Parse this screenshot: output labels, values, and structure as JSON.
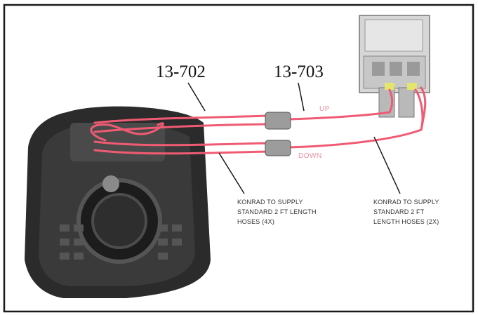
{
  "labels": {
    "part_left": "13-702",
    "part_right": "13-703",
    "flow_up": "UP",
    "flow_down": "DOWN",
    "note_left": [
      "KONRAD TO SUPPLY",
      "STANDARD 2 FT LENGTH",
      "HOSES (4x)"
    ],
    "note_right": [
      "KONRAD TO SUPPLY",
      "STANDARD 2 FT",
      "LENGTH HOSES (2x)"
    ]
  },
  "colors": {
    "hose": "#ef5b73",
    "border": "#1a1a1a",
    "unit": "#2b2b2b",
    "box": "#d6d6d6"
  }
}
